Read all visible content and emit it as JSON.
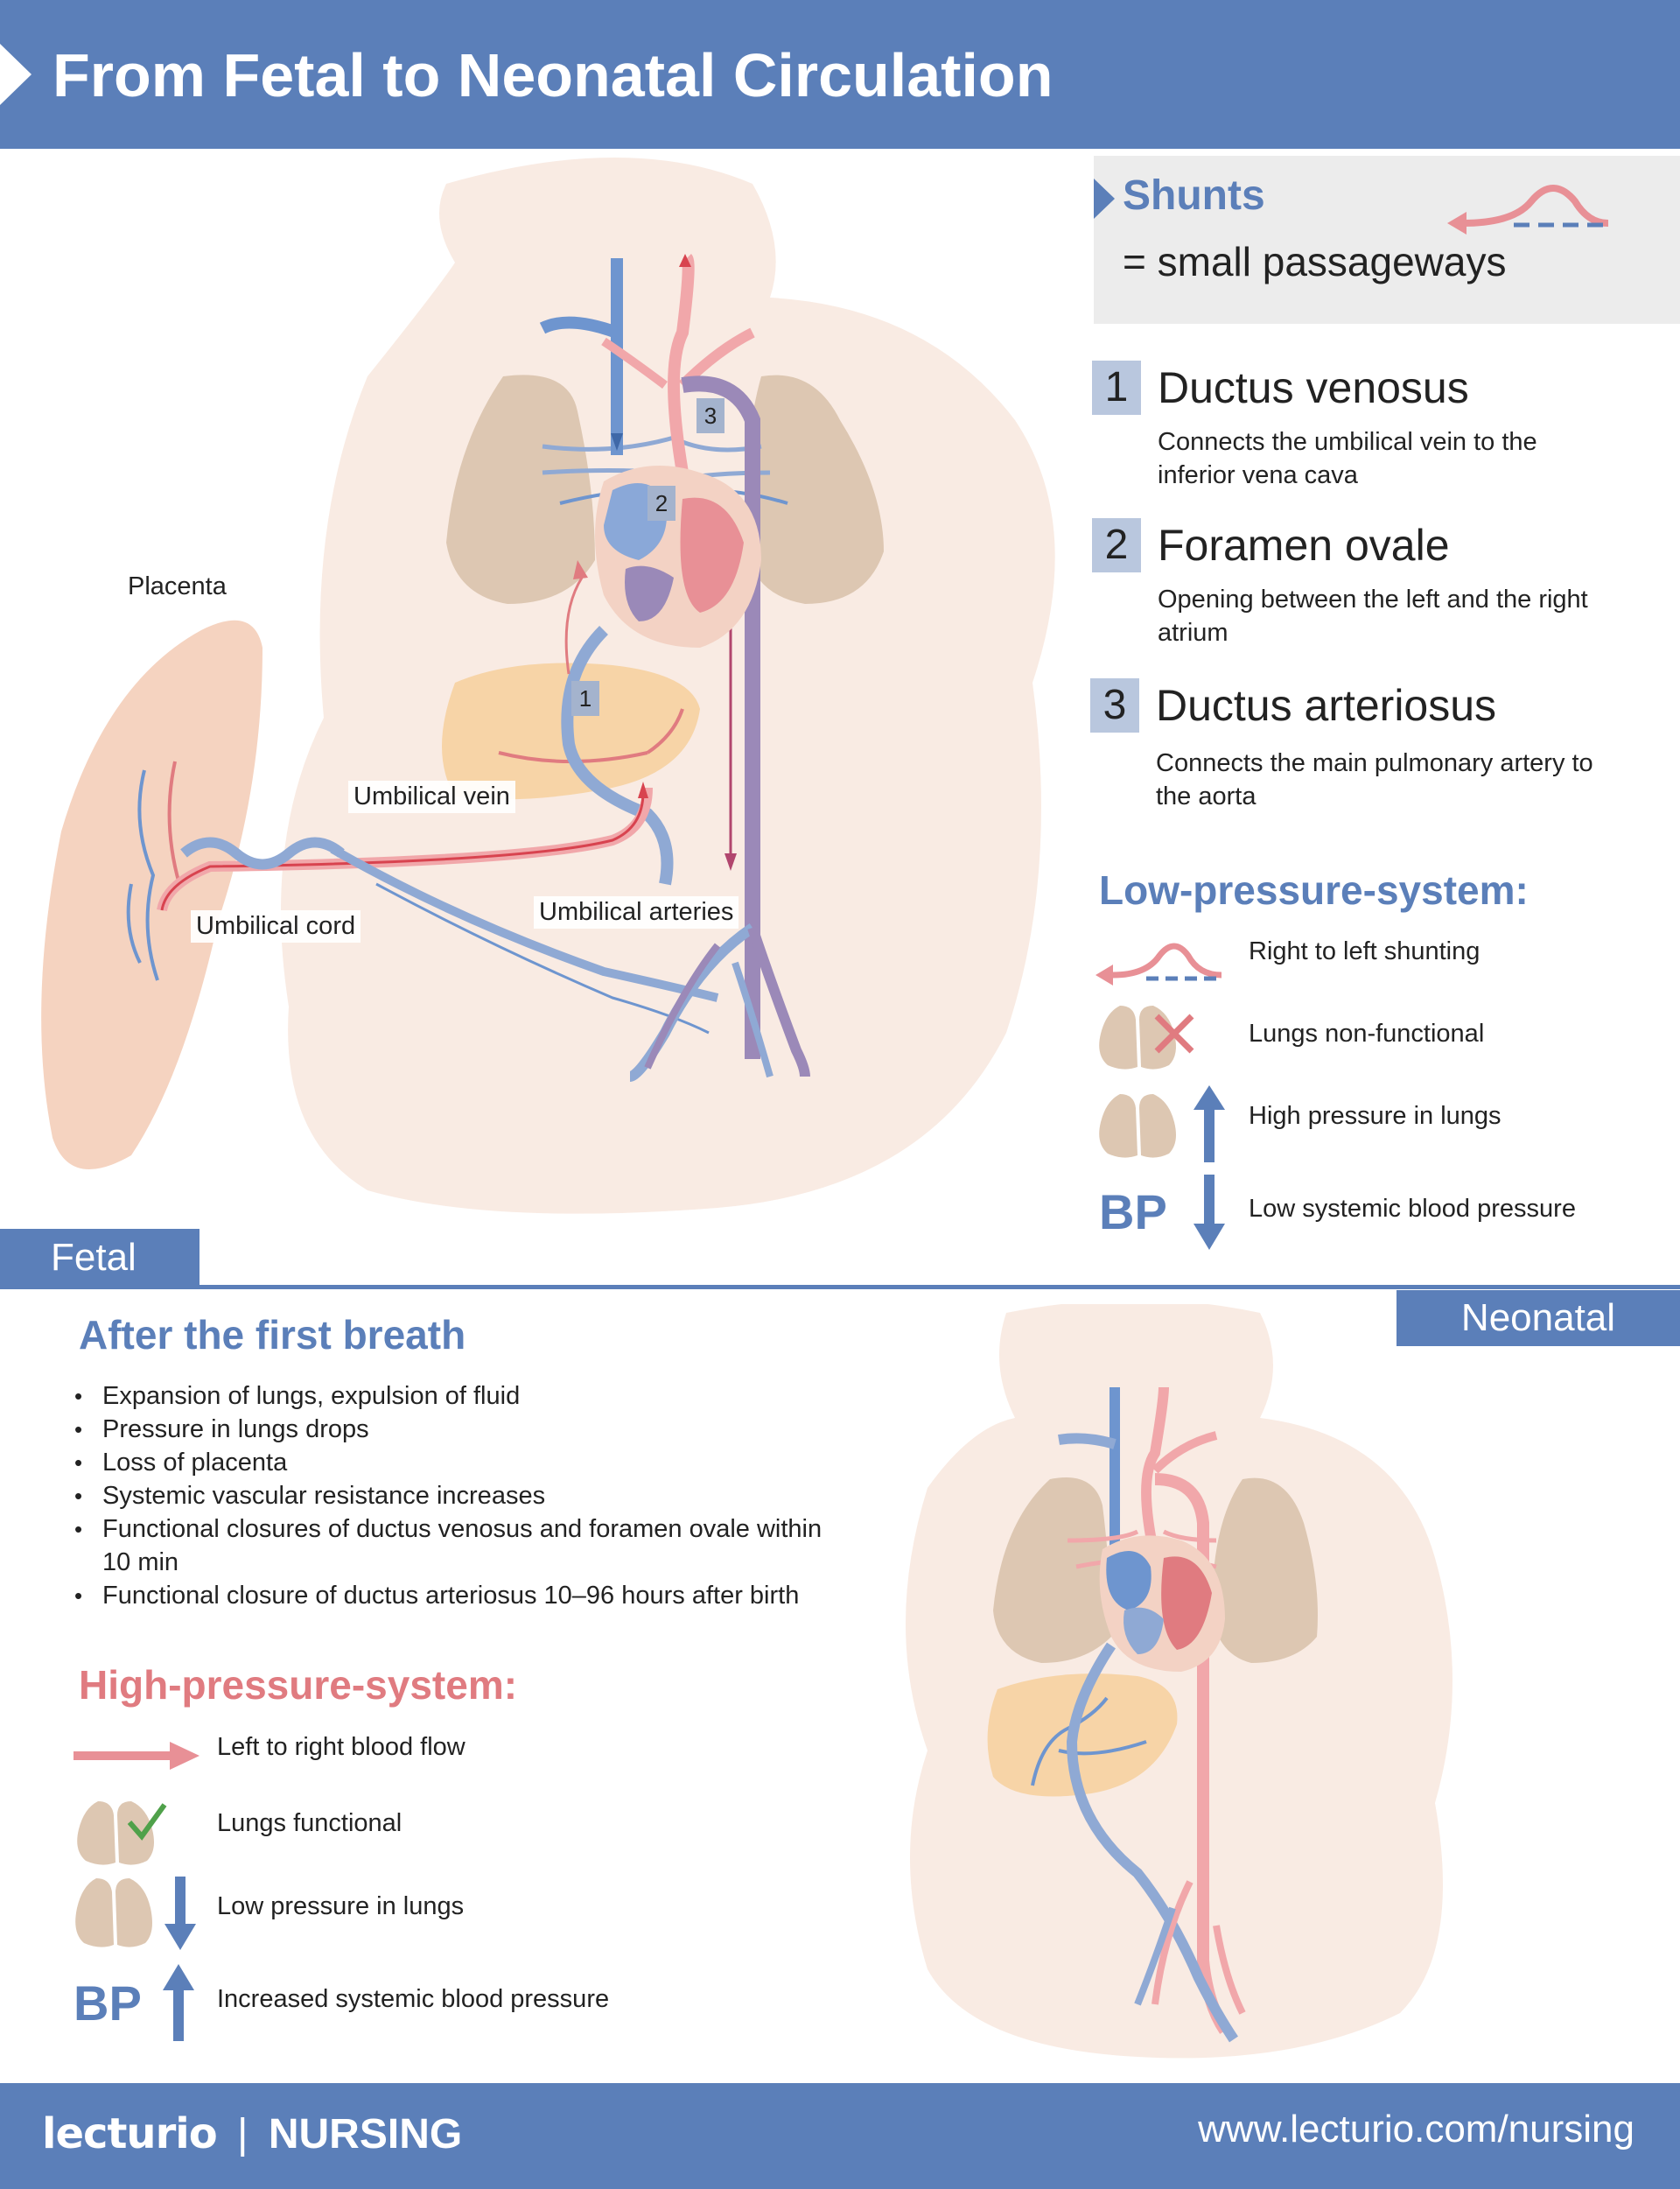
{
  "header": {
    "title": "From Fetal to Neonatal Circulation"
  },
  "shunts": {
    "title": "Shunts",
    "definition": "= small passageways"
  },
  "shunt_definitions": [
    {
      "number": "1",
      "title": "Ductus venosus",
      "description": "Connects the umbilical vein to the inferior vena cava"
    },
    {
      "number": "2",
      "title": "Foramen ovale",
      "description": "Opening between the left and the right atrium"
    },
    {
      "number": "3",
      "title": "Ductus arteriosus",
      "description": "Connects the main pulmonary artery to the aorta"
    }
  ],
  "low_pressure": {
    "title": "Low-pressure-system:",
    "items": [
      "Right to left shunting",
      "Lungs non-functional",
      "High pressure in lungs",
      "Low systemic blood pressure"
    ],
    "bp": "BP"
  },
  "fetal_diagram": {
    "labels": {
      "placenta": "Placenta",
      "umbilical_vein": "Umbilical vein",
      "umbilical_cord": "Umbilical cord",
      "umbilical_arteries": "Umbilical arteries"
    },
    "markers": [
      "1",
      "2",
      "3"
    ]
  },
  "tabs": {
    "fetal": "Fetal",
    "neonatal": "Neonatal"
  },
  "after_first_breath": {
    "title": "After the first breath",
    "items": [
      "Expansion of lungs, expulsion of fluid",
      "Pressure in lungs drops",
      "Loss of placenta",
      "Systemic vascular resistance increases",
      "Functional closures of ductus venosus and foramen ovale within 10 min",
      "Functional closure of ductus arteriosus 10–96 hours after birth"
    ]
  },
  "high_pressure": {
    "title": "High-pressure-system:",
    "items": [
      "Left to right blood flow",
      "Lungs functional",
      "Low pressure in lungs",
      "Increased systemic blood pressure"
    ],
    "bp": "BP"
  },
  "footer": {
    "brand": "lecturio",
    "separator": "|",
    "product": "NURSING",
    "url": "www.lecturio.com/nursing"
  },
  "colors": {
    "accent_blue": "#5b7fb9",
    "artery_red": "#e07b80",
    "vein_blue": "#6e95cf",
    "high_pressure_pink": "#e07b80",
    "skin": "#f9ebe3",
    "lung": "#ddc7b2",
    "liver": "#f7d4a7"
  }
}
